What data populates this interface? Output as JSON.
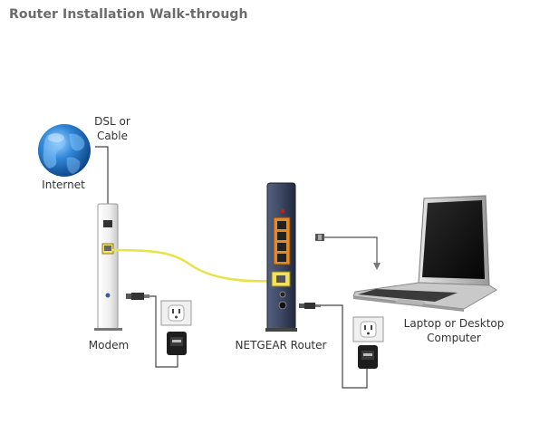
{
  "page": {
    "title": "Router Installation Walk-through"
  },
  "labels": {
    "dsl_line1": "DSL or",
    "dsl_line2": "Cable",
    "internet": "Internet",
    "modem": "Modem",
    "router": "NETGEAR Router",
    "computer_line1": "Laptop or Desktop",
    "computer_line2": "Computer"
  },
  "colors": {
    "ethernet_cable": "#e8e24a",
    "router_body": "#3b4763",
    "router_ports_panel": "#e08a2a",
    "globe": "#1f74c4"
  },
  "icons": [
    "globe-icon",
    "modem-icon",
    "router-icon",
    "laptop-icon",
    "power-outlet-icon",
    "power-adapter-icon",
    "ethernet-plug-icon"
  ]
}
